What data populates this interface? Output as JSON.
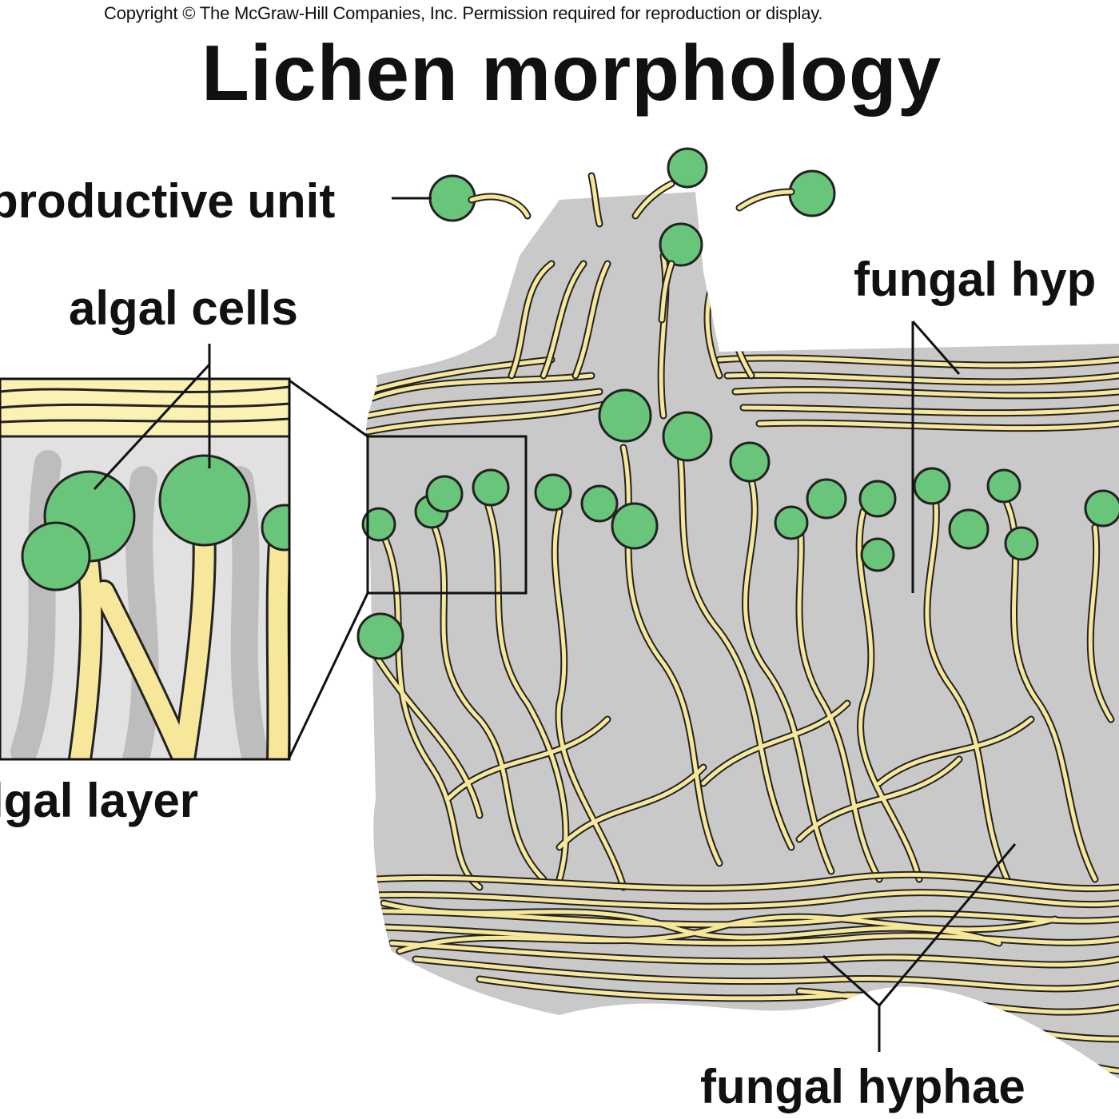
{
  "copyright": "Copyright © The McGraw-Hill Companies, Inc. Permission required for reproduction or display.",
  "title": "Lichen morphology",
  "labels": {
    "reproductive_unit": "productive unit",
    "algal_cells": "algal cells",
    "fungal_hyphae_top": "fungal hyp",
    "algal_layer": "lgal layer",
    "fungal_hyphae_bottom": "fungal hyphae"
  },
  "colors": {
    "background": "#ffffff",
    "tissue": "#c9c9c9",
    "hypha": "#f6e79a",
    "outline": "#222222",
    "alga": "#69c57a"
  }
}
